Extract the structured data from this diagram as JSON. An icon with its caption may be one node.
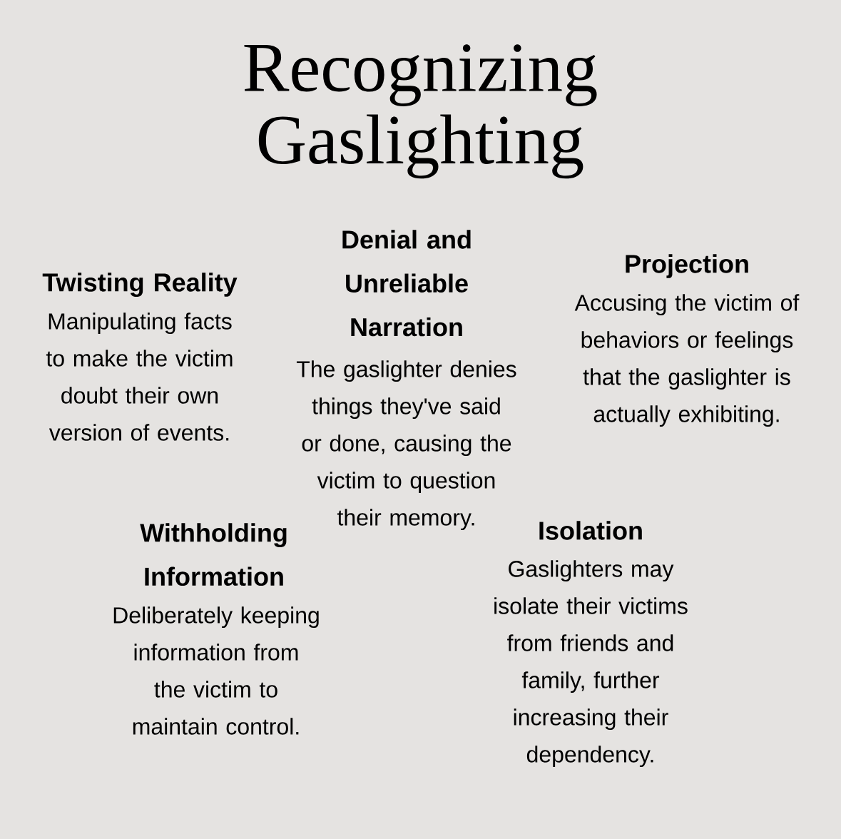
{
  "diagram": {
    "title": "Recognizing Gaslighting",
    "labels": [
      "Twisting Reality",
      "Manipulating facts to make the victim doubt their own version of events.",
      "Denial and Unreliable Narration",
      "The gaslighter denies things they've said or done, causing the victim to question their memory.",
      "Projection",
      "Accusing the victim of behaviors or feelings that the gaslighter is actually exhibiting.",
      "Withholding Information",
      "Deliberately keeping information from the victim to maintain control.",
      "Isolation",
      "Gaslighters may isolate their victims from friends and family, further increasing their dependency."
    ]
  }
}
